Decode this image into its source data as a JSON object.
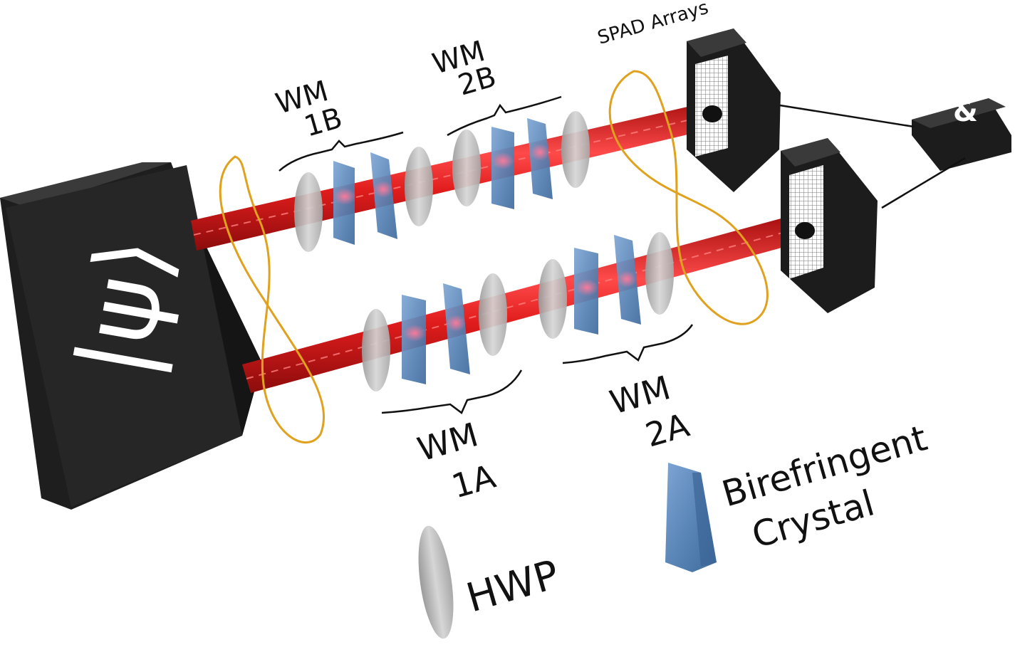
{
  "diagram": {
    "source_symbol": "|ψ⟩",
    "labels": {
      "spad": "SPAD Arrays",
      "wm1b_line1": "WM",
      "wm1b_line2": "1B",
      "wm2b_line1": "WM",
      "wm2b_line2": "2B",
      "wm1a_line1": "WM",
      "wm1a_line2": "1A",
      "wm2a_line1": "WM",
      "wm2a_line2": "2A",
      "coincidence": "&"
    },
    "legend": {
      "crystal_line1": "Birefringent",
      "crystal_line2": "Crystal",
      "hwp": "HWP"
    },
    "colors": {
      "box": "#2a2a2a",
      "beam": "#d81c1c",
      "crystal": "#5b86b8",
      "hwp": "#c4c4c4",
      "fiber": "#e0a21e"
    }
  }
}
